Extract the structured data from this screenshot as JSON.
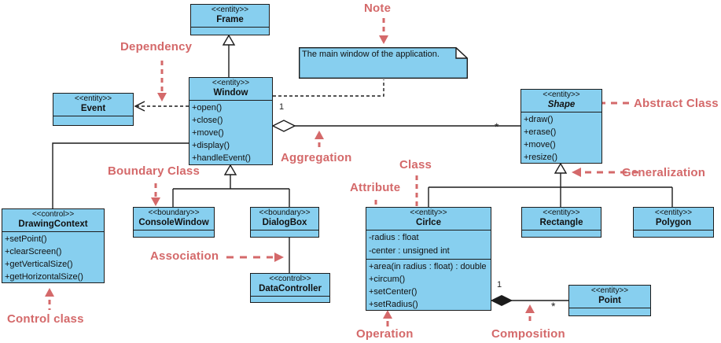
{
  "diagram": {
    "class_fill": "#87CFEF",
    "border_color": "#1c1c1c",
    "annotation_color": "#D4696A"
  },
  "classes": {
    "frame": {
      "stereotype": "<<entity>>",
      "name": "Frame"
    },
    "window": {
      "stereotype": "<<entity>>",
      "name": "Window",
      "operations": [
        "+open()",
        "+close()",
        "+move()",
        "+display()",
        "+handleEvent()"
      ]
    },
    "event": {
      "stereotype": "<<entity>>",
      "name": "Event"
    },
    "shape": {
      "stereotype": "<<entity>>",
      "name": "Shape",
      "operations": [
        "+draw()",
        "+erase()",
        "+move()",
        "+resize()"
      ]
    },
    "drawing_context": {
      "stereotype": "<<control>>",
      "name": "DrawingContext",
      "operations": [
        "+setPoint()",
        "+clearScreen()",
        "+getVerticalSize()",
        "+getHorizontalSize()"
      ]
    },
    "console_window": {
      "stereotype": "<<boundary>>",
      "name": "ConsoleWindow"
    },
    "dialog_box": {
      "stereotype": "<<boundary>>",
      "name": "DialogBox"
    },
    "data_controller": {
      "stereotype": "<<control>>",
      "name": "DataController"
    },
    "circle": {
      "stereotype": "<<entity>>",
      "name": "Cirlce",
      "attributes": [
        "-radius : float",
        "-center : unsigned int"
      ],
      "operations": [
        "+area(in radius : float) : double",
        "+circum()",
        "+setCenter()",
        "+setRadius()"
      ]
    },
    "rectangle": {
      "stereotype": "<<entity>>",
      "name": "Rectangle"
    },
    "polygon": {
      "stereotype": "<<entity>>",
      "name": "Polygon"
    },
    "point": {
      "stereotype": "<<entity>>",
      "name": "Point"
    }
  },
  "note": {
    "text": "The main window of the application."
  },
  "annotations": {
    "note": "Note",
    "dependency": "Dependency",
    "boundary_class": "Boundary Class",
    "aggregation": "Aggregation",
    "class_label": "Class",
    "attribute": "Attribute",
    "abstract_class": "Abstract Class",
    "generalization": "Generalization",
    "association": "Association",
    "control_class": "Control class",
    "operation": "Operation",
    "composition": "Composition"
  },
  "multiplicities": {
    "aggregation_one": "1",
    "aggregation_many": "*",
    "composition_one": "1",
    "composition_many": "*"
  }
}
